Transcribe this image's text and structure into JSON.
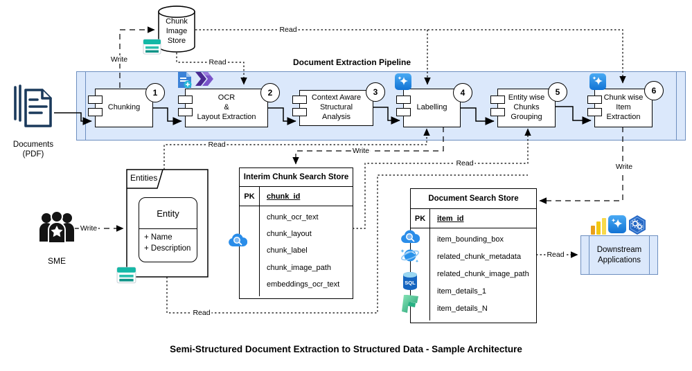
{
  "caption": "Semi-Structured Document Extraction to Structured Data - Sample Architecture",
  "pipeline": {
    "title": "Document Extraction Pipeline",
    "steps": [
      {
        "num": "1",
        "label": "Chunking"
      },
      {
        "num": "2",
        "label": "OCR\n&\nLayout Extraction"
      },
      {
        "num": "3",
        "label": "Context Aware\nStructural\nAnalysis"
      },
      {
        "num": "4",
        "label": "Labelling"
      },
      {
        "num": "5",
        "label": "Entity wise\nChunks\nGrouping"
      },
      {
        "num": "6",
        "label": "Chunk wise\nItem\nExtraction"
      }
    ]
  },
  "chunk_image_store": {
    "label": "Chunk\nImage\nStore"
  },
  "documents": {
    "label": "Documents\n(PDF)"
  },
  "sme": {
    "label": "SME"
  },
  "entities": {
    "frame_label": "Entities",
    "class_name": "Entity",
    "attributes": "+ Name\n+ Description"
  },
  "interim_store": {
    "title": "Interim Chunk Search Store",
    "pk_label": "PK",
    "pk_field": "chunk_id",
    "fields": [
      "chunk_ocr_text",
      "chunk_layout",
      "chunk_label",
      "chunk_image_path",
      "embeddings_ocr_text"
    ]
  },
  "document_store": {
    "title": "Document Search Store",
    "pk_label": "PK",
    "pk_field": "item_id",
    "fields": [
      "item_bounding_box",
      "related_chunk_metadata",
      "related_chunk_image_path",
      "item_details_1",
      "item_details_N"
    ]
  },
  "downstream": {
    "label": "Downstream\nApplications"
  },
  "edges": {
    "write_chunking_to_image_store": "Write",
    "read_image_store_to_ocr": "Read",
    "read_image_store_to_extraction": "Read",
    "read_entities_to_labelling": "Read",
    "write_labelling_to_interim_store": "Write",
    "read_interim_store_to_grouping": "Read",
    "read_entities_to_grouping": "Read",
    "write_extraction_to_document_store": "Write",
    "read_document_store_to_downstream": "Read",
    "write_sme_to_entities": "Write"
  },
  "icons": {
    "chunk_image_store": "table-storage-icon",
    "entities": "table-storage-icon",
    "interim_store": "cloud-search-icon",
    "document_store": [
      "cloud-search-icon",
      "cosmos-db-icon",
      "sql-database-icon",
      "fabric-icon"
    ],
    "ocr_step": [
      "document-intelligence-icon",
      "power-automate-icon"
    ],
    "labelling_step": "ai-sparkle-icon",
    "extraction_step": "ai-sparkle-icon",
    "downstream": [
      "power-bi-icon",
      "ai-sparkle-icon",
      "aks-hexagon-icon"
    ],
    "sql_icon_label": "SQL"
  },
  "colors": {
    "pipeline_band_fill": "#dbe8fb",
    "pipeline_band_border": "#6c8ebf",
    "downstream_fill": "#dbe8fb",
    "ai_sparkle_blue": "#2b98f0",
    "table_storage_teal": "#14b8a6",
    "power_bi_gold": "#f2c811",
    "sql_blue": "#1565c0",
    "fabric_green": "#23a37a",
    "power_automate_purple": "#5c2d91",
    "documents_navy": "#1b3a5c",
    "cloud_search_blue": "#2a8de9"
  }
}
